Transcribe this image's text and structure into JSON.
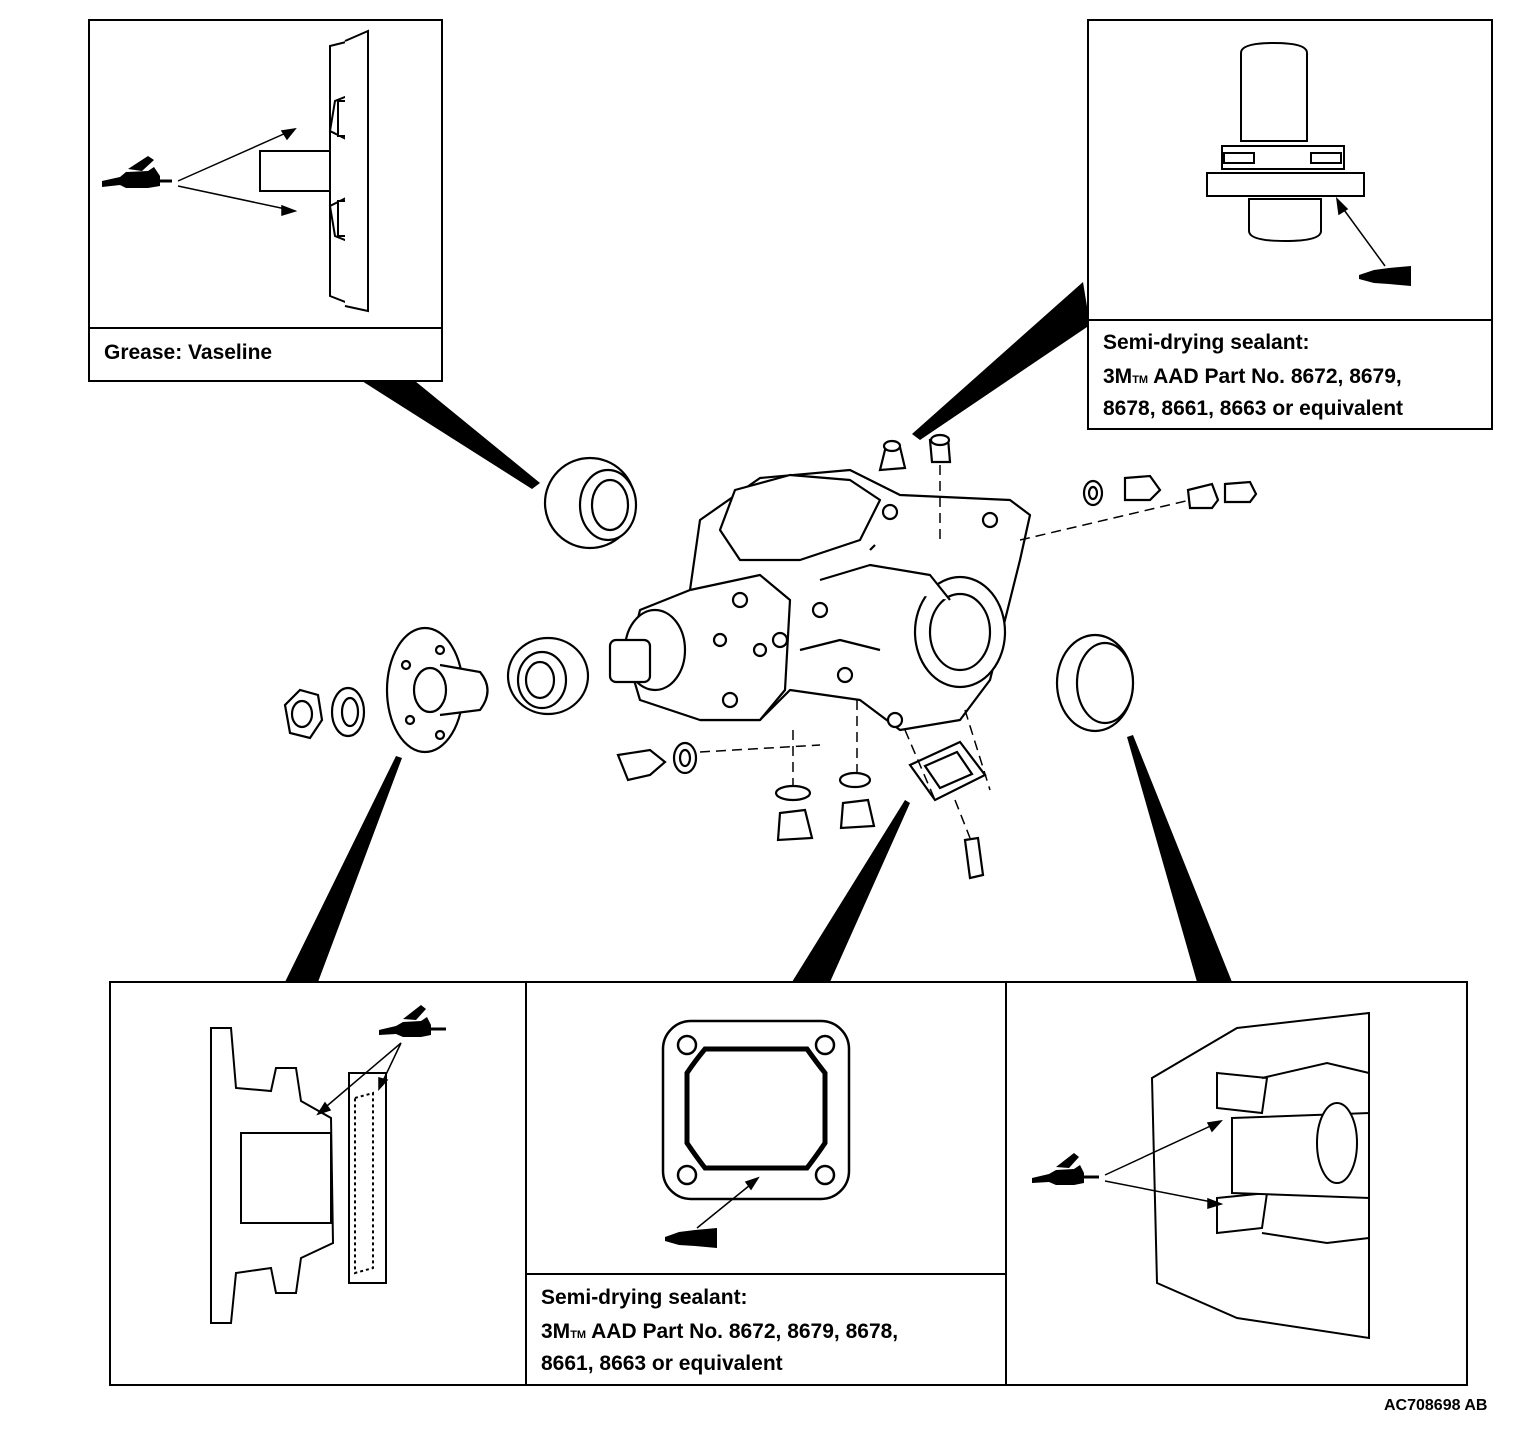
{
  "callouts": {
    "top_left": {
      "label": "Grease: Vaseline"
    },
    "top_right": {
      "title": "Semi-drying sealant:",
      "line1_a": "3M",
      "line1_tm": "TM",
      "line1_b": " AAD Part No. 8672, 8679,",
      "line2": "8678, 8661, 8663 or equivalent"
    },
    "bottom_middle": {
      "title": "Semi-drying sealant:",
      "line1_a": "3M",
      "line1_tm": "TM",
      "line1_b": " AAD Part No. 8672, 8679, 8678,",
      "line2": "8661, 8663 or equivalent"
    }
  },
  "figure_id": "AC708698 AB",
  "icons": [
    "grease-gun-icon",
    "sealant-tube-icon"
  ]
}
